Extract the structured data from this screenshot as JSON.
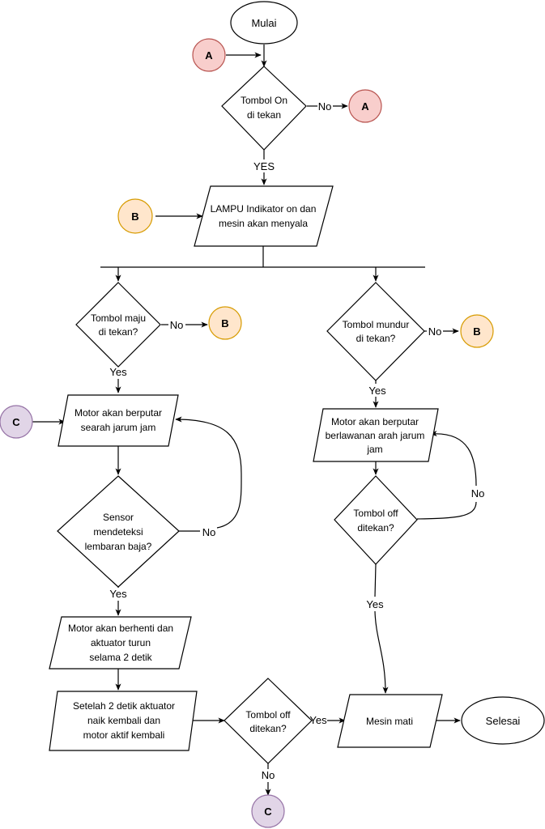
{
  "nodes": {
    "start": "Mulai",
    "end": "Selesai",
    "d_on": [
      "Tombol On",
      "di tekan"
    ],
    "p_lampu": [
      "LAMPU Indikator on dan",
      "mesin akan menyala"
    ],
    "d_maju": [
      "Tombol maju",
      "di tekan?"
    ],
    "d_mundur": [
      "Tombol mundur",
      "di tekan?"
    ],
    "p_searah": [
      "Motor akan berputar",
      "searah jarum jam"
    ],
    "p_berlawanan": [
      "Motor akan berputar",
      "berlawanan arah jarum",
      "jam"
    ],
    "d_sensor": [
      "Sensor",
      "mendeteksi",
      "lembaran baja?"
    ],
    "d_off_right": [
      "Tombol off",
      "ditekan?"
    ],
    "p_berhenti": [
      "Motor akan berhenti dan",
      "aktuator turun",
      "selama 2 detik"
    ],
    "p_setelah": [
      "Setelah 2 detik aktuator",
      "naik kembali dan",
      "motor aktif kembali"
    ],
    "d_off_bottom": [
      "Tombol off",
      "ditekan?"
    ],
    "p_mati": "Mesin mati"
  },
  "connectors": {
    "a": "A",
    "b": "B",
    "c": "C"
  },
  "colors": {
    "a_fill": "#f8cecc",
    "a_stroke": "#b85450",
    "b_fill": "#ffe6cc",
    "b_stroke": "#d79b00",
    "c_fill": "#e1d5e7",
    "c_stroke": "#9673a6"
  },
  "edge_labels": {
    "no": "No",
    "yes_caps": "YES",
    "yes": "Yes"
  }
}
